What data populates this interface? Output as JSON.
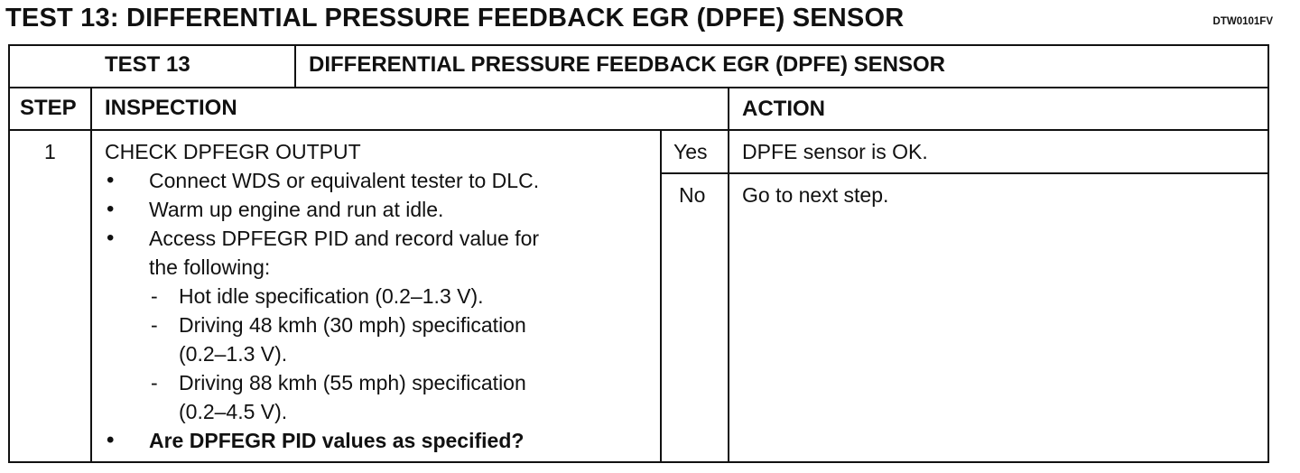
{
  "title": "TEST 13: DIFFERENTIAL PRESSURE FEEDBACK EGR (DPFE) SENSOR",
  "doc_code": "DTW0101FV",
  "table": {
    "test_label": "TEST 13",
    "test_name": "DIFFERENTIAL PRESSURE FEEDBACK EGR (DPFE) SENSOR",
    "headers": {
      "step": "STEP",
      "inspection": "INSPECTION",
      "action": "ACTION"
    },
    "row": {
      "step": "1",
      "heading": "CHECK DPFEGR OUTPUT",
      "items": [
        "Connect WDS or equivalent tester to DLC.",
        "Warm up engine and run at idle.",
        "Access DPFEGR PID and record value for",
        "the following:",
        "Hot idle specification (0.2–1.3 V).",
        "Driving 48 kmh (30 mph) specification",
        "(0.2–1.3 V).",
        "Driving 88 kmh (55 mph) specification",
        "(0.2–4.5 V).",
        "Are DPFEGR PID values as specified?"
      ],
      "yes_label": "Yes",
      "no_label": "No",
      "yes_action": "DPFE sensor is OK.",
      "no_action": "Go to next step."
    }
  }
}
